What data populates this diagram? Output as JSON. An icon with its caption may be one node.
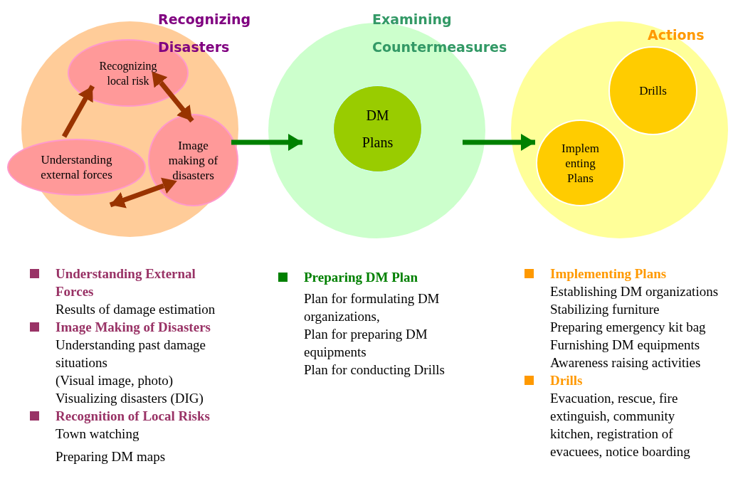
{
  "diagram": {
    "nodes": [
      {
        "text": [
          "Recognizing Disasters"
        ]
      },
      {
        "text": [
          "Recognizing local risk"
        ],
        "in": 0
      },
      {
        "text": [
          "Understanding external forces"
        ],
        "in": 0
      },
      {
        "text": [
          "Image making of disasters"
        ],
        "in": 0
      },
      {
        "text": [
          "Examining Countermeasures"
        ]
      },
      {
        "text": [
          "DM Plans"
        ],
        "in": 4
      },
      {
        "text": [
          "Actions"
        ]
      },
      {
        "text": [
          "Drills"
        ],
        "in": 6
      },
      {
        "text": [
          "Implementing Plans"
        ],
        "in": 6
      }
    ],
    "edges": [
      {
        "from": 2,
        "to": 1,
        "arrow": "to"
      },
      {
        "from": 1,
        "to": 3,
        "arrow": "both"
      },
      {
        "from": 3,
        "to": 2,
        "arrow": "both"
      },
      {
        "from": 3,
        "to": 5,
        "arrow": "to",
        "color": "#008000"
      },
      {
        "from": 4,
        "to": 6,
        "arrow": "to",
        "color": "#008000"
      }
    ],
    "labels": [
      "Understanding External Forces",
      "Results of damage estimation",
      "Image Making of Disasters",
      "Understanding past damage situations",
      "(Visual image, photo)",
      "Visualizing disasters (DIG)",
      "Recognition of Local Risks",
      "Town watching",
      "Preparing DM maps",
      "Preparing DM Plan",
      "Plan for formulating DM organizations,",
      "Plan for preparing DM equipments",
      "Plan for conducting Drills",
      "Implementing Plans",
      "Establishing DM organizations",
      "Stabilizing furniture",
      "Preparing emergency kit bag",
      "Furnishing DM equipments",
      "Awareness raising activities",
      "Drills",
      "Evacuation, rescue, fire extinguish, community kitchen, registration of evacuees, notice boarding"
    ]
  }
}
